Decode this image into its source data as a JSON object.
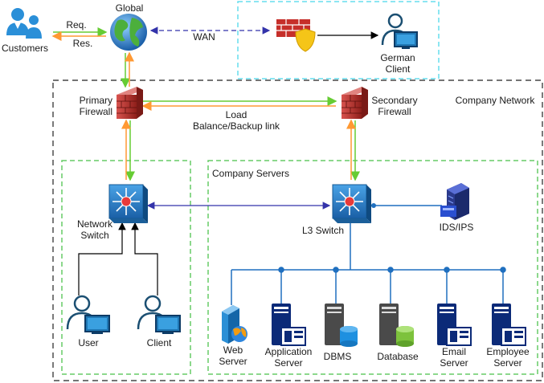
{
  "actors": {
    "customers": "Customers",
    "german_client": "German\nClient",
    "user": "User",
    "client": "Client"
  },
  "links": {
    "req": "Req.",
    "res": "Res.",
    "wan": "WAN",
    "load_balance": "Load\nBalance/Backup link"
  },
  "nodes": {
    "global": "Global",
    "primary_firewall": "Primary\nFirewall",
    "secondary_firewall": "Secondary\nFirewall",
    "network_switch": "Network\nSwitch",
    "l3_switch": "L3 Switch",
    "ids_ips": "IDS/IPS"
  },
  "regions": {
    "company_network": "Company Network",
    "company_servers": "Company Servers"
  },
  "servers": [
    {
      "label": "Web\nServer",
      "icon": "web-server-icon"
    },
    {
      "label": "Application\nServer",
      "icon": "server-icon"
    },
    {
      "label": "DBMS",
      "icon": "database-server-icon"
    },
    {
      "label": "Database",
      "icon": "database-server-icon"
    },
    {
      "label": "Email\nServer",
      "icon": "server-icon"
    },
    {
      "label": "Employee\nServer",
      "icon": "server-icon"
    }
  ],
  "colors": {
    "green_line": "#66cc33",
    "orange_line": "#ff9933",
    "blue_line": "#1f6fbf",
    "dark_blue": "#3333aa",
    "cyan_border": "#66ddee",
    "green_border": "#66cc66",
    "switch_blue": "#2a7fc9",
    "server_navy": "#0b2a78",
    "firewall_red": "#c0392b"
  }
}
